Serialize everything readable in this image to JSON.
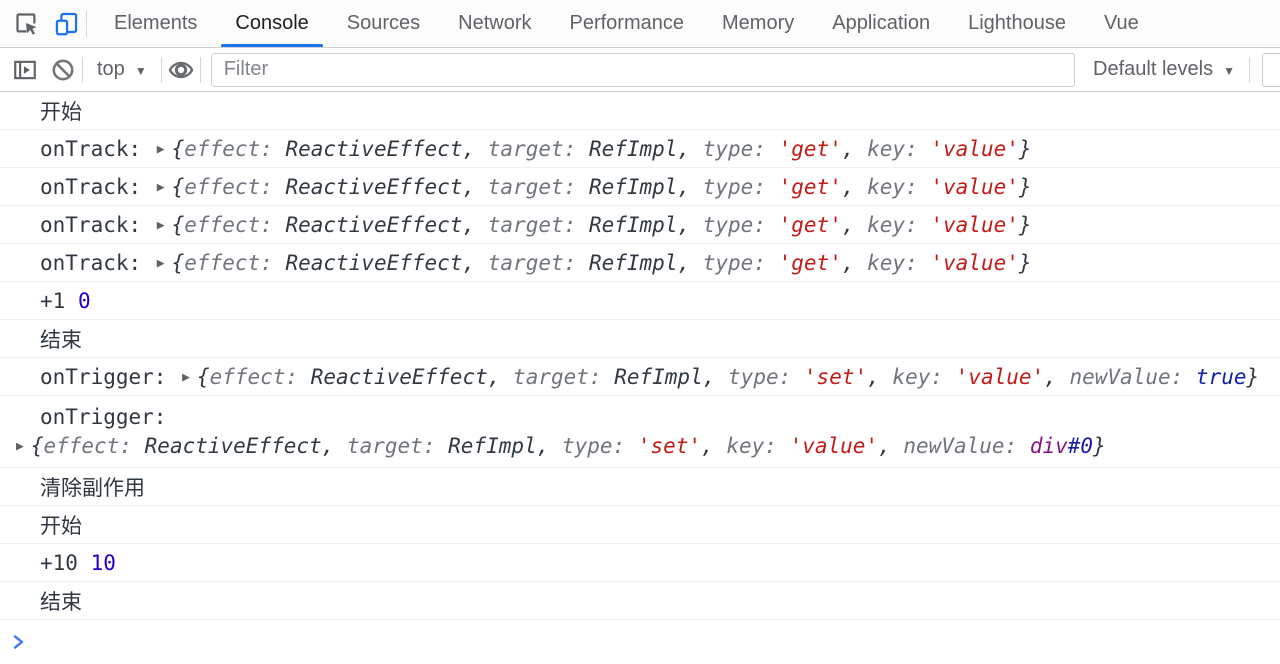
{
  "palette": {
    "accent_blue": "#1a73e8",
    "string_red": "#c41a16",
    "number_blue": "#1c00cf",
    "boolean_blue": "#0d22aa",
    "tag_purple": "#881280",
    "id_blue": "#1a1aa6",
    "prompt_blue": "#4e7ef0",
    "icon_gray": "#5f6368",
    "text_dark": "#303942"
  },
  "tabbar": {
    "icons": [
      "inspect-element-icon",
      "device-toolbar-icon"
    ],
    "tabs": [
      {
        "label": "Elements",
        "active": false
      },
      {
        "label": "Console",
        "active": true
      },
      {
        "label": "Sources",
        "active": false
      },
      {
        "label": "Network",
        "active": false
      },
      {
        "label": "Performance",
        "active": false
      },
      {
        "label": "Memory",
        "active": false
      },
      {
        "label": "Application",
        "active": false
      },
      {
        "label": "Lighthouse",
        "active": false
      },
      {
        "label": "Vue",
        "active": false
      }
    ]
  },
  "toolbar": {
    "context_label": "top",
    "filter_placeholder": "Filter",
    "filter_value": "",
    "levels_label": "Default levels"
  },
  "console": {
    "messages": [
      {
        "lines": [
          [
            {
              "c": "p",
              "t": "开始"
            }
          ]
        ]
      },
      {
        "lines": [
          [
            {
              "c": "p",
              "t": "onTrack: "
            },
            {
              "c": "a"
            },
            {
              "c": "pv",
              "t": "{"
            },
            {
              "c": "k",
              "t": "effect:"
            },
            {
              "c": "pv",
              "t": " "
            },
            {
              "c": "cl",
              "t": "ReactiveEffect"
            },
            {
              "c": "pv",
              "t": ", "
            },
            {
              "c": "k",
              "t": "target:"
            },
            {
              "c": "pv",
              "t": " "
            },
            {
              "c": "cl",
              "t": "RefImpl"
            },
            {
              "c": "pv",
              "t": ", "
            },
            {
              "c": "k",
              "t": "type:"
            },
            {
              "c": "pv",
              "t": " "
            },
            {
              "c": "s",
              "t": "'get'"
            },
            {
              "c": "pv",
              "t": ", "
            },
            {
              "c": "k",
              "t": "key:"
            },
            {
              "c": "pv",
              "t": " "
            },
            {
              "c": "s",
              "t": "'value'"
            },
            {
              "c": "pv",
              "t": "}"
            }
          ]
        ]
      },
      {
        "lines": [
          [
            {
              "c": "p",
              "t": "onTrack: "
            },
            {
              "c": "a"
            },
            {
              "c": "pv",
              "t": "{"
            },
            {
              "c": "k",
              "t": "effect:"
            },
            {
              "c": "pv",
              "t": " "
            },
            {
              "c": "cl",
              "t": "ReactiveEffect"
            },
            {
              "c": "pv",
              "t": ", "
            },
            {
              "c": "k",
              "t": "target:"
            },
            {
              "c": "pv",
              "t": " "
            },
            {
              "c": "cl",
              "t": "RefImpl"
            },
            {
              "c": "pv",
              "t": ", "
            },
            {
              "c": "k",
              "t": "type:"
            },
            {
              "c": "pv",
              "t": " "
            },
            {
              "c": "s",
              "t": "'get'"
            },
            {
              "c": "pv",
              "t": ", "
            },
            {
              "c": "k",
              "t": "key:"
            },
            {
              "c": "pv",
              "t": " "
            },
            {
              "c": "s",
              "t": "'value'"
            },
            {
              "c": "pv",
              "t": "}"
            }
          ]
        ]
      },
      {
        "lines": [
          [
            {
              "c": "p",
              "t": "onTrack: "
            },
            {
              "c": "a"
            },
            {
              "c": "pv",
              "t": "{"
            },
            {
              "c": "k",
              "t": "effect:"
            },
            {
              "c": "pv",
              "t": " "
            },
            {
              "c": "cl",
              "t": "ReactiveEffect"
            },
            {
              "c": "pv",
              "t": ", "
            },
            {
              "c": "k",
              "t": "target:"
            },
            {
              "c": "pv",
              "t": " "
            },
            {
              "c": "cl",
              "t": "RefImpl"
            },
            {
              "c": "pv",
              "t": ", "
            },
            {
              "c": "k",
              "t": "type:"
            },
            {
              "c": "pv",
              "t": " "
            },
            {
              "c": "s",
              "t": "'get'"
            },
            {
              "c": "pv",
              "t": ", "
            },
            {
              "c": "k",
              "t": "key:"
            },
            {
              "c": "pv",
              "t": " "
            },
            {
              "c": "s",
              "t": "'value'"
            },
            {
              "c": "pv",
              "t": "}"
            }
          ]
        ]
      },
      {
        "lines": [
          [
            {
              "c": "p",
              "t": "onTrack: "
            },
            {
              "c": "a"
            },
            {
              "c": "pv",
              "t": "{"
            },
            {
              "c": "k",
              "t": "effect:"
            },
            {
              "c": "pv",
              "t": " "
            },
            {
              "c": "cl",
              "t": "ReactiveEffect"
            },
            {
              "c": "pv",
              "t": ", "
            },
            {
              "c": "k",
              "t": "target:"
            },
            {
              "c": "pv",
              "t": " "
            },
            {
              "c": "cl",
              "t": "RefImpl"
            },
            {
              "c": "pv",
              "t": ", "
            },
            {
              "c": "k",
              "t": "type:"
            },
            {
              "c": "pv",
              "t": " "
            },
            {
              "c": "s",
              "t": "'get'"
            },
            {
              "c": "pv",
              "t": ", "
            },
            {
              "c": "k",
              "t": "key:"
            },
            {
              "c": "pv",
              "t": " "
            },
            {
              "c": "s",
              "t": "'value'"
            },
            {
              "c": "pv",
              "t": "}"
            }
          ]
        ]
      },
      {
        "lines": [
          [
            {
              "c": "p",
              "t": "+1 "
            },
            {
              "c": "n",
              "t": "0"
            }
          ]
        ]
      },
      {
        "lines": [
          [
            {
              "c": "p",
              "t": "结束"
            }
          ]
        ]
      },
      {
        "lines": [
          [
            {
              "c": "p",
              "t": "onTrigger: "
            },
            {
              "c": "a"
            },
            {
              "c": "pv",
              "t": "{"
            },
            {
              "c": "k",
              "t": "effect:"
            },
            {
              "c": "pv",
              "t": " "
            },
            {
              "c": "cl",
              "t": "ReactiveEffect"
            },
            {
              "c": "pv",
              "t": ", "
            },
            {
              "c": "k",
              "t": "target:"
            },
            {
              "c": "pv",
              "t": " "
            },
            {
              "c": "cl",
              "t": "RefImpl"
            },
            {
              "c": "pv",
              "t": ", "
            },
            {
              "c": "k",
              "t": "type:"
            },
            {
              "c": "pv",
              "t": " "
            },
            {
              "c": "s",
              "t": "'set'"
            },
            {
              "c": "pv",
              "t": ", "
            },
            {
              "c": "k",
              "t": "key:"
            },
            {
              "c": "pv",
              "t": " "
            },
            {
              "c": "s",
              "t": "'value'"
            },
            {
              "c": "pv",
              "t": ", "
            },
            {
              "c": "k",
              "t": "newValue:"
            },
            {
              "c": "pv",
              "t": " "
            },
            {
              "c": "b",
              "t": "true"
            },
            {
              "c": "pv",
              "t": "}"
            }
          ]
        ]
      },
      {
        "lines": [
          [
            {
              "c": "p",
              "t": "onTrigger:"
            }
          ],
          [
            {
              "c": "a"
            },
            {
              "c": "pv",
              "t": "{"
            },
            {
              "c": "k",
              "t": "effect:"
            },
            {
              "c": "pv",
              "t": " "
            },
            {
              "c": "cl",
              "t": "ReactiveEffect"
            },
            {
              "c": "pv",
              "t": ", "
            },
            {
              "c": "k",
              "t": "target:"
            },
            {
              "c": "pv",
              "t": " "
            },
            {
              "c": "cl",
              "t": "RefImpl"
            },
            {
              "c": "pv",
              "t": ", "
            },
            {
              "c": "k",
              "t": "type:"
            },
            {
              "c": "pv",
              "t": " "
            },
            {
              "c": "s",
              "t": "'set'"
            },
            {
              "c": "pv",
              "t": ", "
            },
            {
              "c": "k",
              "t": "key:"
            },
            {
              "c": "pv",
              "t": " "
            },
            {
              "c": "s",
              "t": "'value'"
            },
            {
              "c": "pv",
              "t": ", "
            },
            {
              "c": "k",
              "t": "newValue:"
            },
            {
              "c": "pv",
              "t": " "
            },
            {
              "c": "tag",
              "t": "div"
            },
            {
              "c": "id",
              "t": "#0"
            },
            {
              "c": "pv",
              "t": "}"
            }
          ]
        ]
      },
      {
        "lines": [
          [
            {
              "c": "p",
              "t": "清除副作用"
            }
          ]
        ]
      },
      {
        "lines": [
          [
            {
              "c": "p",
              "t": "开始"
            }
          ]
        ]
      },
      {
        "lines": [
          [
            {
              "c": "p",
              "t": "+10 "
            },
            {
              "c": "n",
              "t": "10"
            }
          ]
        ]
      },
      {
        "lines": [
          [
            {
              "c": "p",
              "t": "结束"
            }
          ]
        ]
      }
    ]
  }
}
